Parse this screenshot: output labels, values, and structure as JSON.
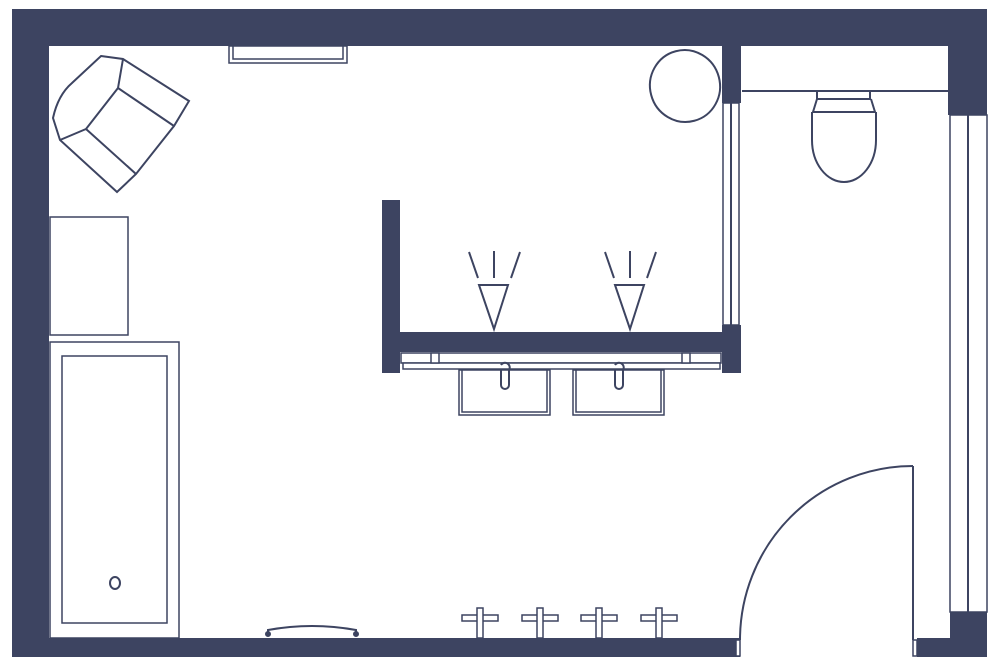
{
  "colors": {
    "wall": "#3d4461",
    "floor": "#ffffff",
    "line": "#3d4461"
  },
  "plan": {
    "rooms": [
      "main-bathroom",
      "toilet-room"
    ],
    "fixtures": [
      "armchair",
      "radiator-top",
      "side-cabinet",
      "bathtub",
      "bath-drain",
      "radiator-bottom",
      "towel-hooks",
      "round-table",
      "partition-wall",
      "wall-lamps",
      "vanity-counter",
      "double-sinks",
      "toilet",
      "entry-door",
      "windows"
    ]
  }
}
